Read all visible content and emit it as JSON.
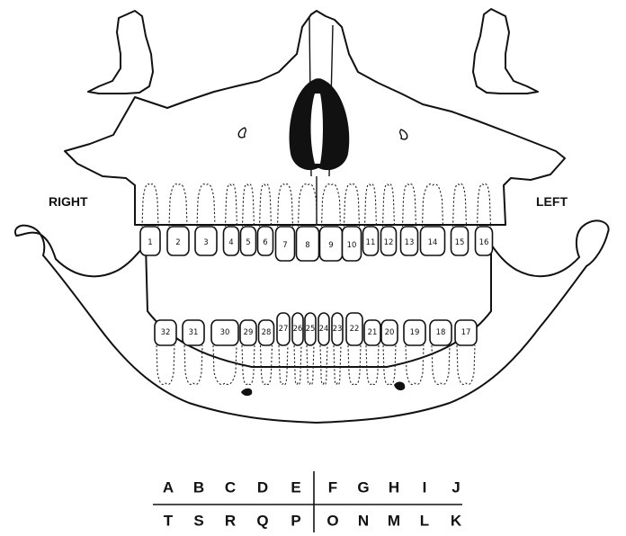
{
  "labels": {
    "right": "RIGHT",
    "left": "LEFT"
  },
  "upper_teeth": [
    "1",
    "2",
    "3",
    "4",
    "5",
    "6",
    "7",
    "8",
    "9",
    "10",
    "11",
    "12",
    "13",
    "14",
    "15",
    "16"
  ],
  "lower_teeth": [
    "32",
    "31",
    "30",
    "29",
    "28",
    "27",
    "26",
    "25",
    "24",
    "23",
    "22",
    "21",
    "20",
    "19",
    "18",
    "17"
  ],
  "primary_dentition": {
    "upper": [
      "A",
      "B",
      "C",
      "D",
      "E",
      "F",
      "G",
      "H",
      "I",
      "J"
    ],
    "lower": [
      "T",
      "S",
      "R",
      "Q",
      "P",
      "O",
      "N",
      "M",
      "L",
      "K"
    ]
  }
}
